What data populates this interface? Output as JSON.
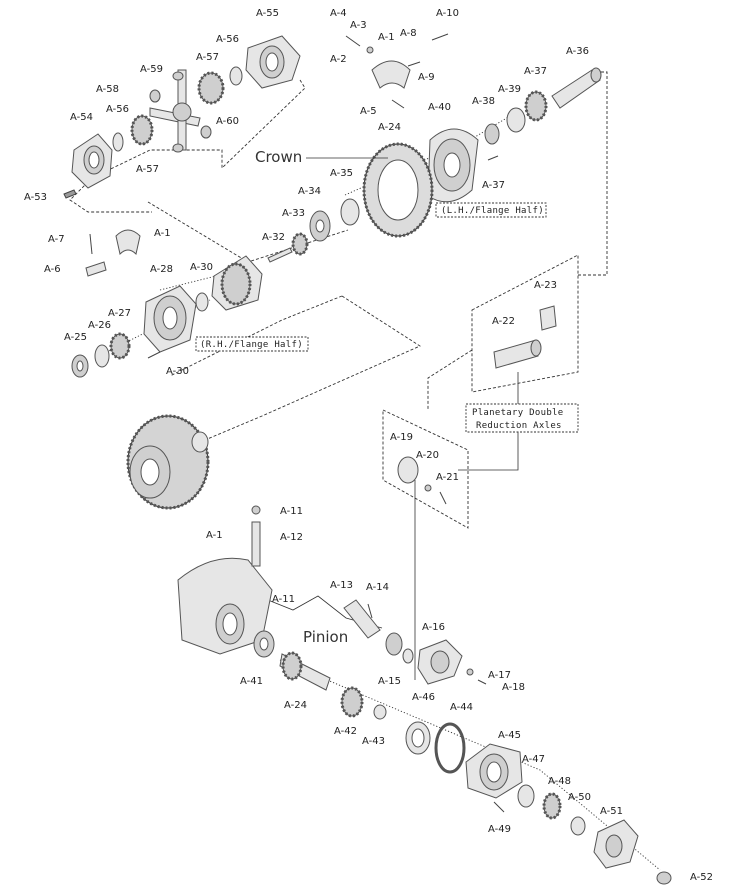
{
  "labels": {
    "a55": "A-55",
    "a56t": "A-56",
    "a57t": "A-57",
    "a59": "A-59",
    "a58": "A-58",
    "a54": "A-54",
    "a56b": "A-56",
    "a57b": "A-57",
    "a60": "A-60",
    "a53": "A-53",
    "a4": "A-4",
    "a3": "A-3",
    "a2": "A-2",
    "a1t": "A-1",
    "a8": "A-8",
    "a9": "A-9",
    "a10": "A-10",
    "a5": "A-5",
    "a36": "A-36",
    "a37t": "A-37",
    "a39": "A-39",
    "a38": "A-38",
    "a40": "A-40",
    "a24t": "A-24",
    "a37b": "A-37",
    "a35": "A-35",
    "a34": "A-34",
    "a33": "A-33",
    "a32": "A-32",
    "a7": "A-7",
    "a1m": "A-1",
    "a6": "A-6",
    "a28": "A-28",
    "a30t": "A-30",
    "a27": "A-27",
    "a26": "A-26",
    "a25": "A-25",
    "a30b": "A-30",
    "a23": "A-23",
    "a22": "A-22",
    "a19": "A-19",
    "a20": "A-20",
    "a21": "A-21",
    "a11t": "A-11",
    "a12": "A-12",
    "a1b": "A-1",
    "a11b": "A-11",
    "a13": "A-13",
    "a14": "A-14",
    "a16": "A-16",
    "a17": "A-17",
    "a18": "A-18",
    "a15": "A-15",
    "a41": "A-41",
    "a24b": "A-24",
    "a42": "A-42",
    "a43": "A-43",
    "a46": "A-46",
    "a44": "A-44",
    "a45": "A-45",
    "a47": "A-47",
    "a48": "A-48",
    "a49": "A-49",
    "a50": "A-50",
    "a51": "A-51",
    "a52": "A-52"
  },
  "callouts": {
    "crown": "Crown",
    "pinion": "Pinion",
    "lh_flange": "(L.H./Flange Half)",
    "rh_flange": "(R.H./Flange Half)",
    "planetary_line1": "Planetary Double",
    "planetary_line2": "Reduction Axles"
  }
}
